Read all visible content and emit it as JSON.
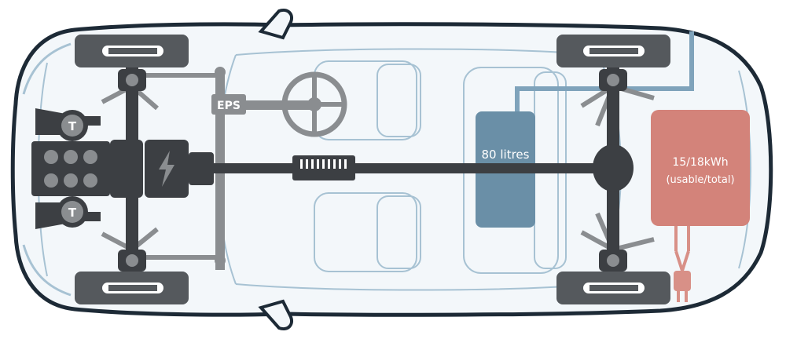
{
  "labels": {
    "eps": "EPS",
    "fuel_tank": "80 litres",
    "battery_capacity": "15/18kWh",
    "battery_note": "(usable/total)",
    "turbo_top": "T",
    "turbo_bottom": "T"
  },
  "colors": {
    "body_outline": "#1d2a36",
    "body_fill": "#f3f7fa",
    "ghost_line": "#a7c2d3",
    "drivetrain": "#3c3f43",
    "drivetrain_light": "#8a8d90",
    "fuel_tank": "#6a8fa7",
    "fuel_line": "#7fa3bb",
    "battery": "#d3837a",
    "charge_cable": "#d89087",
    "tire": "#55595d",
    "white": "#ffffff"
  }
}
